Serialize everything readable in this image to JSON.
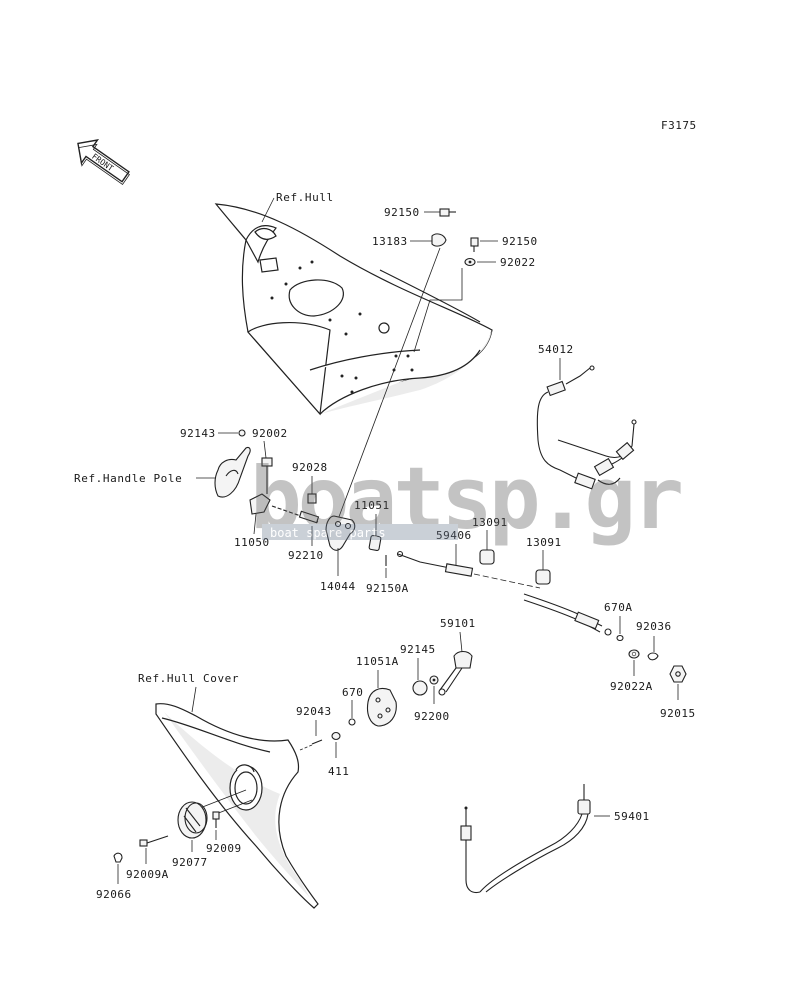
{
  "diagram": {
    "figure_code": "F3175",
    "front_arrow_text": "FRONT",
    "refs": {
      "hull": "Ref.Hull",
      "handle_pole": "Ref.Handle Pole",
      "hull_cover": "Ref.Hull Cover"
    },
    "parts": {
      "p92150_top": "92150",
      "p13183": "13183",
      "p92150_right": "92150",
      "p92022": "92022",
      "p54012": "54012",
      "p92143": "92143",
      "p92002": "92002",
      "p92028": "92028",
      "p11051": "11051",
      "p13091_a": "13091",
      "p13091_b": "13091",
      "p11050": "11050",
      "p92210": "92210",
      "p14044": "14044",
      "p92150A": "92150A",
      "p59406": "59406",
      "p670A": "670A",
      "p92036": "92036",
      "p92022A": "92022A",
      "p92015": "92015",
      "p59101": "59101",
      "p92145": "92145",
      "p11051A": "11051A",
      "p670": "670",
      "p92200": "92200",
      "p92043": "92043",
      "p411": "411",
      "p59401": "59401",
      "p92009A": "92009A",
      "p92077": "92077",
      "p92009": "92009",
      "p92066": "92066"
    },
    "watermark": {
      "logo": "boatsp.gr",
      "caption": "boat spare parts"
    }
  }
}
